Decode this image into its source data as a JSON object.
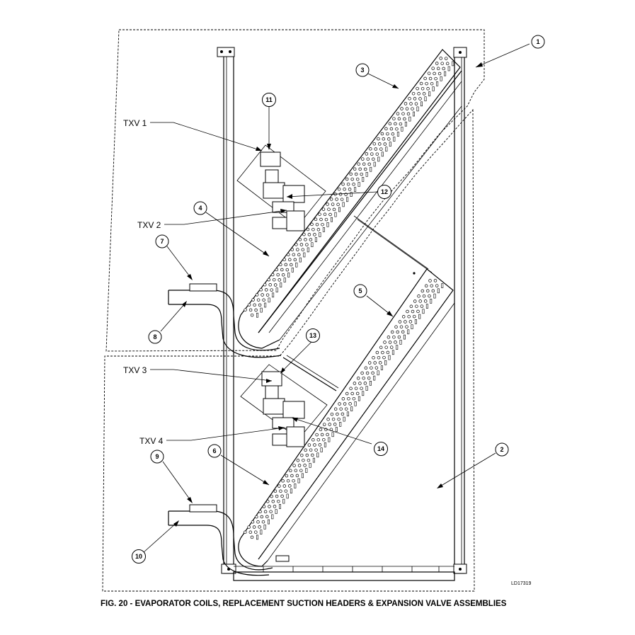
{
  "figure": {
    "caption": "FIG. 20 - EVAPORATOR COILS, REPLACEMENT SUCTION HEADERS & EXPANSION VALVE ASSEMBLIES",
    "drawing_code": "LD17319"
  },
  "valve_labels": {
    "txv1": "TXV 1",
    "txv2": "TXV 2",
    "txv3": "TXV 3",
    "txv4": "TXV 4"
  },
  "callouts": [
    "1",
    "2",
    "3",
    "4",
    "5",
    "6",
    "7",
    "8",
    "9",
    "10",
    "11",
    "12",
    "13",
    "14"
  ]
}
